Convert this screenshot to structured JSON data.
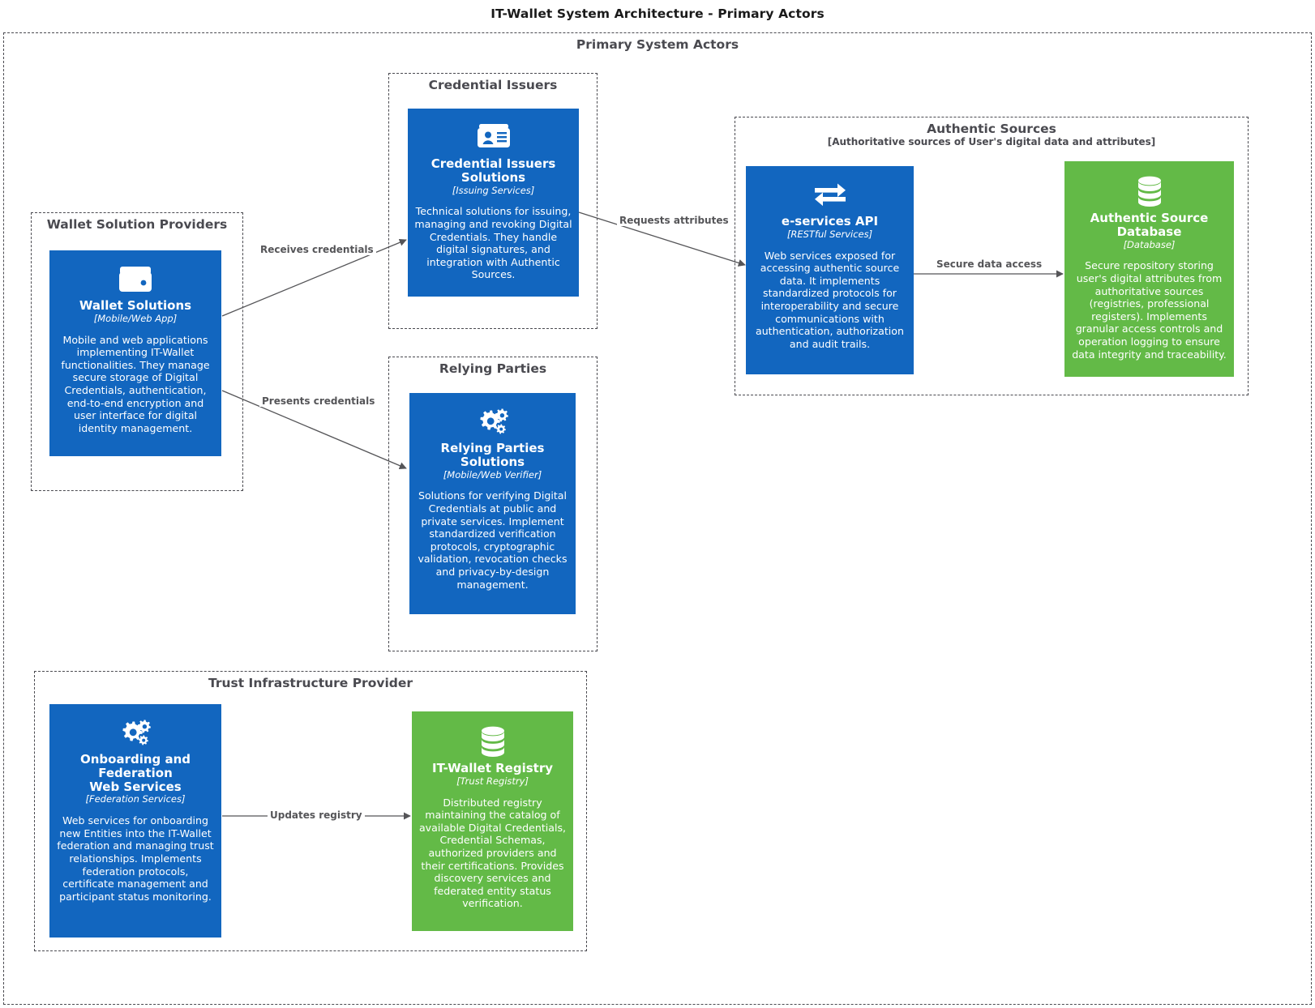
{
  "title": "IT-Wallet System Architecture - Primary Actors",
  "colors": {
    "blue": "#1266bf",
    "green": "#63ba47",
    "group_border": "#4a4a50",
    "edge": "#555558",
    "title": "#1a1a1a"
  },
  "groups": {
    "primary": {
      "title": "Primary System Actors"
    },
    "wallet_providers": {
      "title": "Wallet Solution Providers"
    },
    "credential_issuers": {
      "title": "Credential Issuers"
    },
    "relying_parties": {
      "title": "Relying Parties"
    },
    "authentic_sources": {
      "title": "Authentic Sources",
      "subtitle": "[Authoritative sources of User's digital data and attributes]"
    },
    "trust_infrastructure": {
      "title": "Trust Infrastructure Provider"
    }
  },
  "nodes": {
    "wallet_solutions": {
      "icon": "wallet-icon",
      "title": "Wallet Solutions",
      "stereotype": "[Mobile/Web App]",
      "description": "Mobile and web applications implementing IT-Wallet functionalities. They manage secure storage of Digital Credentials, authentication, end-to-end encryption and user interface for digital identity management.",
      "color": "#1266bf"
    },
    "credential_issuers_solutions": {
      "icon": "id-card-icon",
      "title": "Credential Issuers Solutions",
      "stereotype": "[Issuing Services]",
      "description": "Technical solutions for issuing, managing and revoking Digital Credentials. They handle digital signatures, and integration with Authentic Sources.",
      "color": "#1266bf"
    },
    "relying_parties_solutions": {
      "icon": "gears-icon",
      "title": "Relying Parties Solutions",
      "stereotype": "[Mobile/Web Verifier]",
      "description": "Solutions for verifying Digital Credentials at public and private services. Implement standardized verification protocols, cryptographic validation, revocation checks and privacy-by-design management.",
      "color": "#1266bf"
    },
    "eservices_api": {
      "icon": "exchange-arrows-icon",
      "title": "e-services API",
      "stereotype": "[RESTful Services]",
      "description": "Web services exposed for accessing authentic source data. It implements standardized protocols for interoperability and secure communications with authentication, authorization and audit trails.",
      "color": "#1266bf"
    },
    "authentic_source_database": {
      "icon": "database-icon",
      "title": "Authentic Source Database",
      "stereotype": "[Database]",
      "description": "Secure repository storing user's digital attributes from authoritative sources (registries, professional registers). Implements granular access controls and operation logging to ensure data integrity and traceability.",
      "color": "#63ba47"
    },
    "onboarding_federation": {
      "icon": "gears-icon",
      "title": "Onboarding and Federation\nWeb Services",
      "title_line1": "Onboarding and",
      "title_line2": "Federation",
      "title_line3": "Web Services",
      "stereotype": "[Federation Services]",
      "description": "Web services for onboarding new Entities into the IT-Wallet federation and managing trust relationships. Implements federation protocols, certificate management and participant status monitoring.",
      "color": "#1266bf"
    },
    "itwallet_registry": {
      "icon": "database-icon",
      "title": "IT-Wallet Registry",
      "stereotype": "[Trust Registry]",
      "description": "Distributed registry maintaining the catalog of available Digital Credentials, Credential Schemas, authorized providers and their certifications. Provides discovery services and federated entity status verification.",
      "color": "#63ba47"
    }
  },
  "edges": [
    {
      "id": "receives-credentials",
      "label": "Receives credentials",
      "from": "wallet_solutions",
      "to": "credential_issuers_solutions"
    },
    {
      "id": "presents-credentials",
      "label": "Presents credentials",
      "from": "wallet_solutions",
      "to": "relying_parties_solutions"
    },
    {
      "id": "requests-attributes",
      "label": "Requests attributes",
      "from": "credential_issuers_solutions",
      "to": "eservices_api"
    },
    {
      "id": "secure-data-access",
      "label": "Secure data access",
      "from": "eservices_api",
      "to": "authentic_source_database"
    },
    {
      "id": "updates-registry",
      "label": "Updates registry",
      "from": "onboarding_federation",
      "to": "itwallet_registry"
    }
  ]
}
